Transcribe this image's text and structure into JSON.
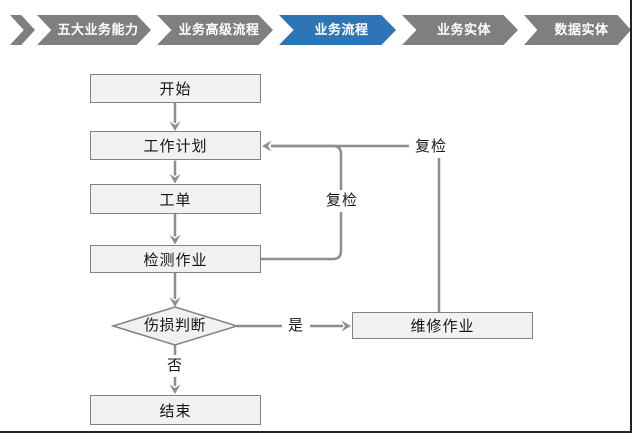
{
  "nav": {
    "items": [
      {
        "label": "五大业务能力",
        "active": false
      },
      {
        "label": "业务高级流程",
        "active": false
      },
      {
        "label": "业务流程",
        "active": true
      },
      {
        "label": "业务实体",
        "active": false
      },
      {
        "label": "数据实体",
        "active": false
      }
    ],
    "active_color": "#2E75B6",
    "inactive_color": "#7F7F7F"
  },
  "flowchart": {
    "nodes": {
      "start": "开始",
      "plan": "工作计划",
      "order": "工单",
      "inspect": "检测作业",
      "decision": "伤损判断",
      "repair": "维修作业",
      "end": "结束"
    },
    "edge_labels": {
      "recheck_inner": "复检",
      "recheck_outer": "复检",
      "yes": "是",
      "no": "否"
    },
    "edges": [
      {
        "from": "start",
        "to": "plan",
        "label": ""
      },
      {
        "from": "plan",
        "to": "order",
        "label": ""
      },
      {
        "from": "order",
        "to": "inspect",
        "label": ""
      },
      {
        "from": "inspect",
        "to": "decision",
        "label": ""
      },
      {
        "from": "decision",
        "to": "repair",
        "label": "是"
      },
      {
        "from": "decision",
        "to": "end",
        "label": "否"
      },
      {
        "from": "inspect",
        "to": "plan",
        "label": "复检"
      },
      {
        "from": "repair",
        "to": "plan",
        "label": "复检"
      }
    ],
    "colors": {
      "connector": "#8E8E8E",
      "node_fill": "#F1F1F1",
      "node_border": "#828282"
    }
  }
}
